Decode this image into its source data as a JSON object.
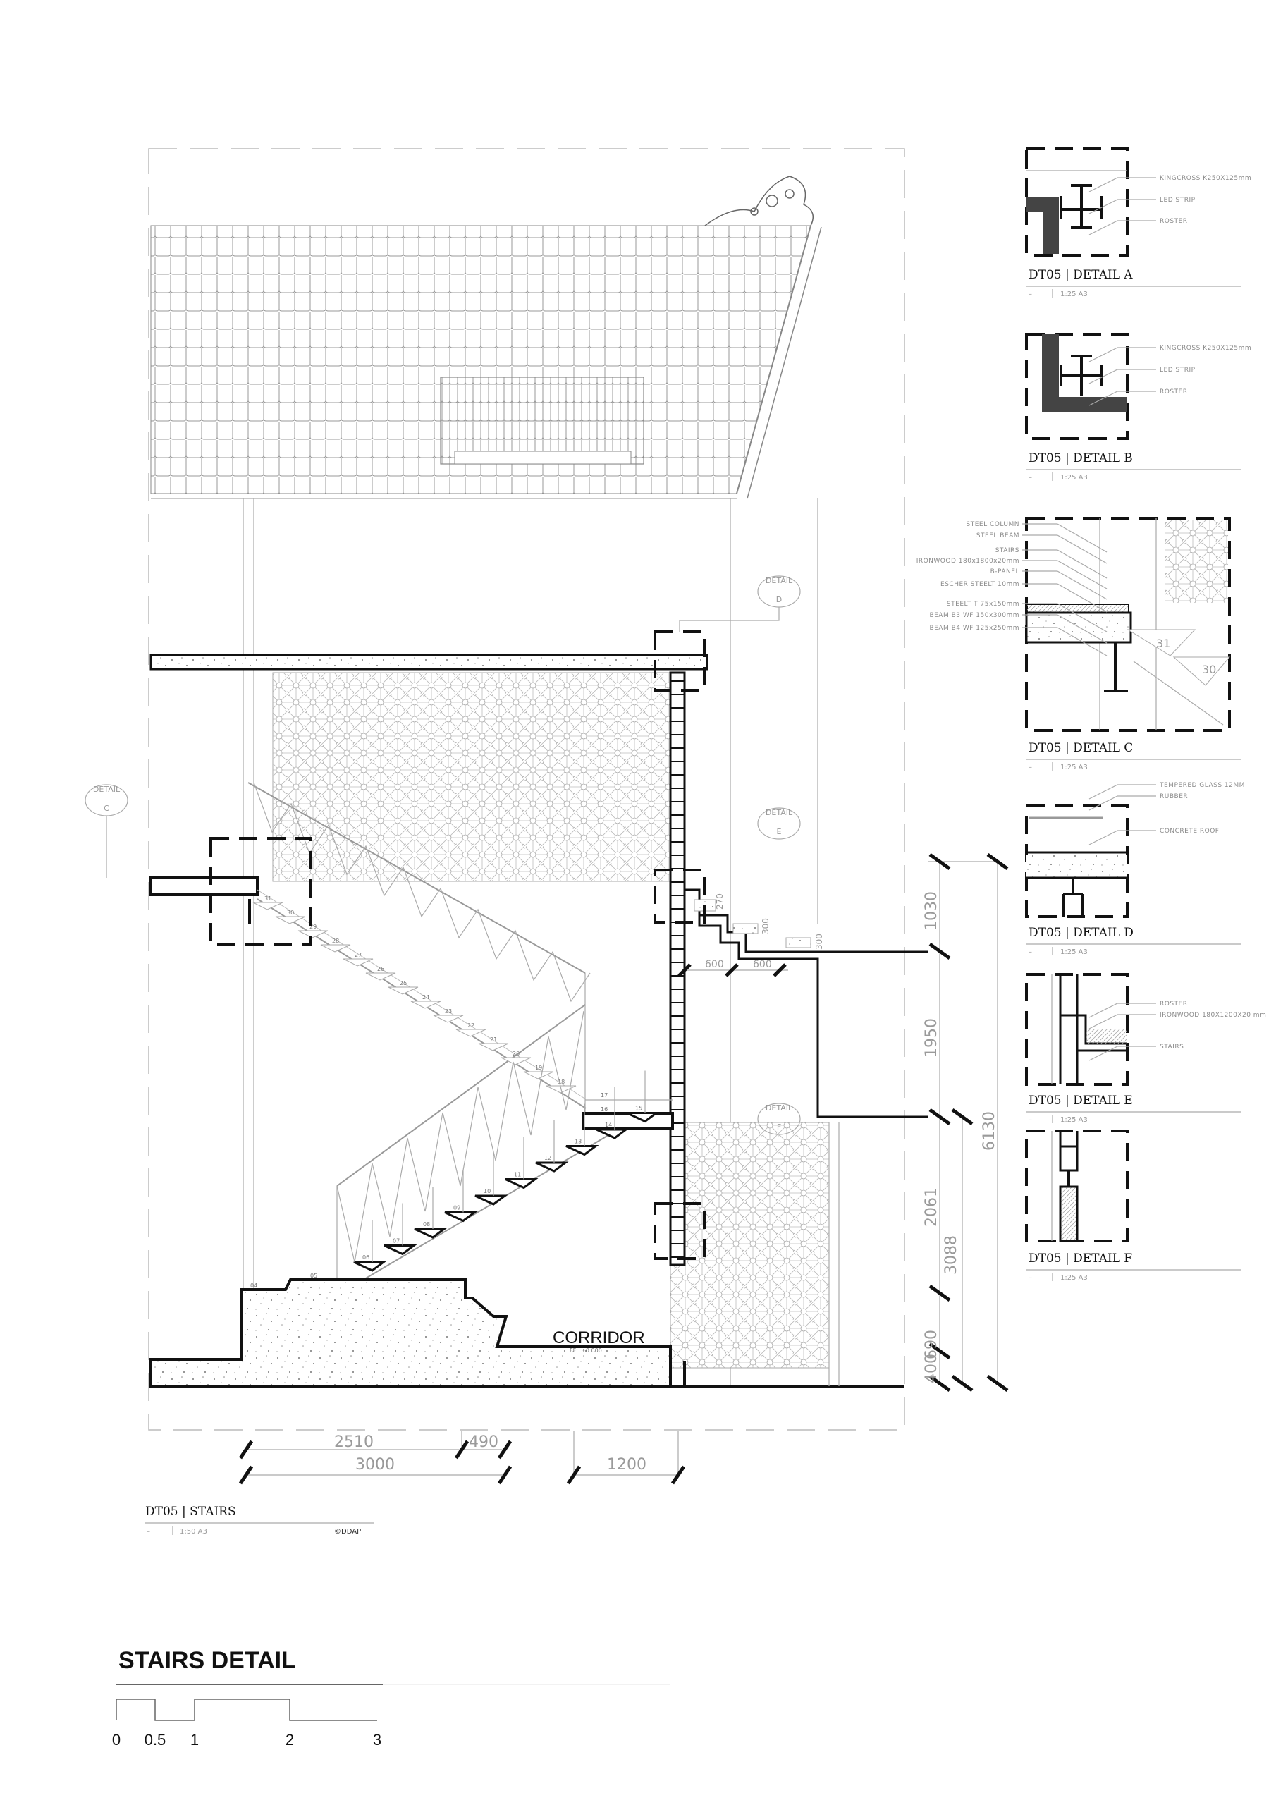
{
  "sheet": {
    "title": "STAIRS DETAIL",
    "scale_bar": [
      "0",
      "0.5",
      "1",
      "2",
      "3"
    ]
  },
  "main_view": {
    "title": "DT05 | STAIRS",
    "dash": "–",
    "scale": "1:50 A3",
    "credit": "©DDAP",
    "room_label": "CORRIDOR",
    "room_level": "FFL ±0.000",
    "markers": {
      "c": {
        "word": "DETAIL",
        "letter": "C"
      },
      "d": {
        "word": "DETAIL",
        "letter": "D"
      },
      "e": {
        "word": "DETAIL",
        "letter": "E"
      },
      "f": {
        "word": "DETAIL",
        "letter": "F"
      }
    },
    "step_numbers": {
      "ground": [
        "04",
        "05"
      ],
      "lower_flight": [
        "06",
        "07",
        "08",
        "09",
        "10",
        "11",
        "12",
        "13",
        "14",
        "15"
      ],
      "landing": [
        "16",
        "17"
      ],
      "upper_flight": [
        "18",
        "19",
        "20",
        "21",
        "22",
        "23",
        "24",
        "25",
        "26",
        "27",
        "28",
        "29",
        "30",
        "31"
      ]
    },
    "dimensions": {
      "horizontal": {
        "a": "2510",
        "b": "490",
        "total": "3000",
        "right": "1200"
      },
      "top_steps": {
        "w1": "600",
        "w2": "600",
        "h1": "270",
        "h2": "300",
        "h3": "300"
      },
      "vertical": {
        "d1": "1030",
        "d2": "1950",
        "d3": "2061",
        "d4": "690",
        "d5": "400",
        "sub": "3088",
        "total": "6130"
      }
    }
  },
  "details": [
    {
      "title": "DT05 | DETAIL A",
      "dash": "–",
      "scale": "1:25 A3",
      "callouts": [
        "KINGCROSS  K250X125mm",
        "LED  STRIP",
        "ROSTER"
      ]
    },
    {
      "title": "DT05 | DETAIL B",
      "dash": "–",
      "scale": "1:25 A3",
      "callouts": [
        "KINGCROSS  K250X125mm",
        "LED  STRIP",
        "ROSTER"
      ]
    },
    {
      "title": "DT05 | DETAIL C",
      "dash": "–",
      "scale": "1:25 A3",
      "callouts": [
        "STEEL  COLUMN",
        "STEEL  BEAM",
        "STAIRS",
        "IRONWOOD  180x1800x20mm",
        "B-PANEL",
        "ESCHER  STEELT  10mm",
        "STEELT  T  75x150mm",
        "BEAM  B3  WF  150x300mm",
        "BEAM  B4  WF  125x250mm"
      ],
      "step_labels": [
        "31",
        "30"
      ]
    },
    {
      "title": "DT05 | DETAIL D",
      "dash": "–",
      "scale": "1:25 A3",
      "callouts": [
        "TEMPERED  GLASS  12MM",
        "RUBBER",
        "CONCRETE  ROOF"
      ]
    },
    {
      "title": "DT05 | DETAIL E",
      "dash": "–",
      "scale": "1:25 A3",
      "callouts": [
        "ROSTER",
        "IRONWOOD  180X1200X20  mm",
        "STAIRS"
      ]
    },
    {
      "title": "DT05 | DETAIL F",
      "dash": "–",
      "scale": "1:25 A3",
      "callouts": []
    }
  ]
}
